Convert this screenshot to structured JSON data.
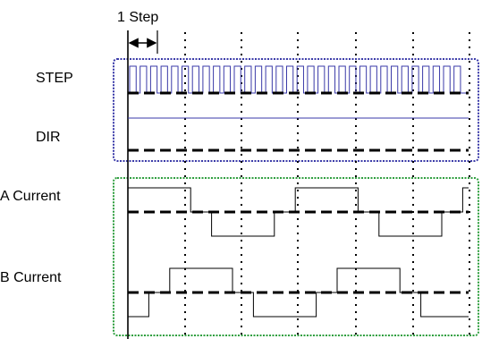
{
  "diagram": {
    "step_annotation": "1 Step",
    "labels": {
      "step": "STEP",
      "dir": "DIR",
      "a_current": "A Current",
      "b_current": "B Current"
    },
    "colors": {
      "control_box": "#3a3aa8",
      "current_box": "#2e9e3e",
      "dir_line": "#3a3aa8",
      "signal": "#000000"
    },
    "step_pulse_count": 32,
    "step_pulses_per_phase_cycle": 8,
    "a_current_levels": [
      1,
      1,
      1,
      0,
      -1,
      -1,
      -1,
      0
    ],
    "b_current_levels": [
      -1,
      0,
      1,
      1,
      1,
      0,
      -1,
      -1
    ]
  }
}
